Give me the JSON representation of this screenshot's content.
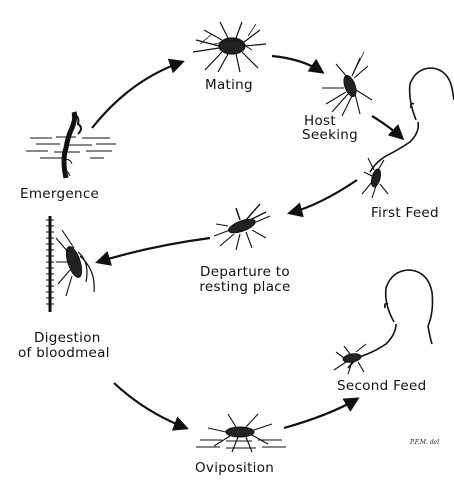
{
  "stages": {
    "mating": "Mating",
    "host_seeking_line1": "Host",
    "host_seeking_line2": "Seeking",
    "first_feed": "First Feed",
    "departure_line1": "Departure to",
    "departure_line2": "resting place",
    "digestion_line1": "Digestion",
    "digestion_line2": "of bloodmeal",
    "emergence": "Emergence",
    "oviposition": "Oviposition",
    "second_feed": "Second Feed"
  },
  "signature": "P.F.M. del",
  "icons": [
    "mosquito-icon",
    "human-head-icon",
    "water-surface-icon",
    "pupa-icon",
    "resting-wall-icon"
  ]
}
